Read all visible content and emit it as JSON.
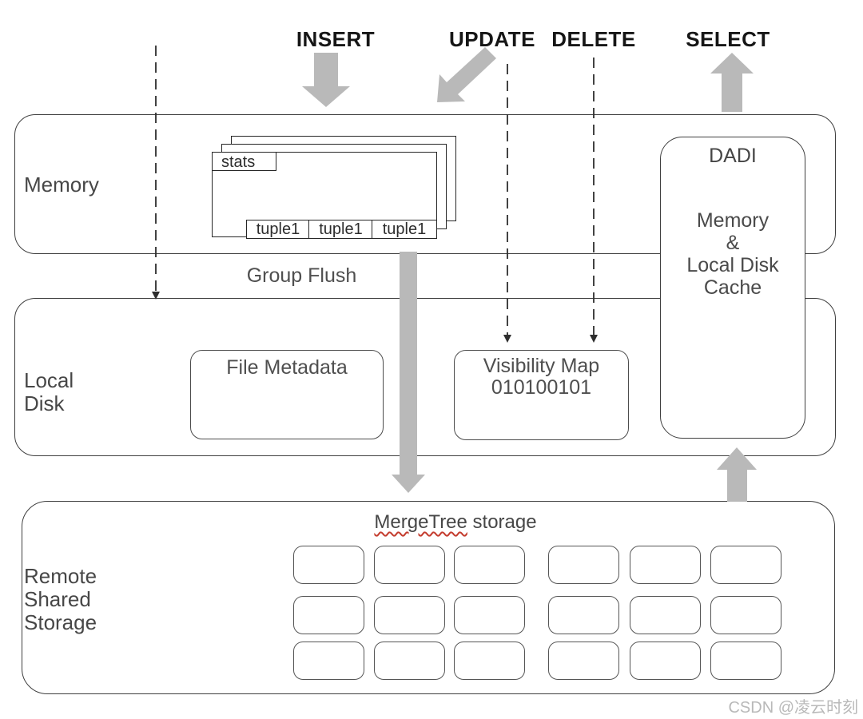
{
  "operations": {
    "insert": "INSERT",
    "update": "UPDATE",
    "delete": "DELETE",
    "select": "SELECT"
  },
  "memory": {
    "label": "Memory",
    "batch": {
      "stats_tag": "stats",
      "tuples": [
        "tuple1",
        "tuple1",
        "tuple1"
      ]
    }
  },
  "group_flush": {
    "label": "Group Flush"
  },
  "dadi": {
    "title": "DADI",
    "cache_lines": [
      "Memory",
      "&",
      "Local Disk",
      "Cache"
    ]
  },
  "local_disk": {
    "label_lines": [
      "Local",
      "Disk"
    ],
    "file_metadata": {
      "title": "File Metadata"
    },
    "visibility_map": {
      "title": "Visibility Map",
      "bitmap": "010100101"
    }
  },
  "remote_storage": {
    "label_lines": [
      "Remote",
      "Shared",
      "Storage"
    ],
    "mergetree": {
      "word_underlined": "MergeTree",
      "word_rest": " storage"
    },
    "part_grid": {
      "rows": 3,
      "columns": 6,
      "cells_total": 18
    }
  },
  "watermark": "CSDN @凌云时刻",
  "colors": {
    "arrow_gray": "#b9b9b9",
    "box_border": "#3f3f3f",
    "text_gray": "#4a4a4a",
    "op_label_black": "#161616",
    "squiggle_red": "#c43c2e",
    "dashed_line": "#2e2e2e",
    "watermark_gray": "#b9b9b9"
  }
}
